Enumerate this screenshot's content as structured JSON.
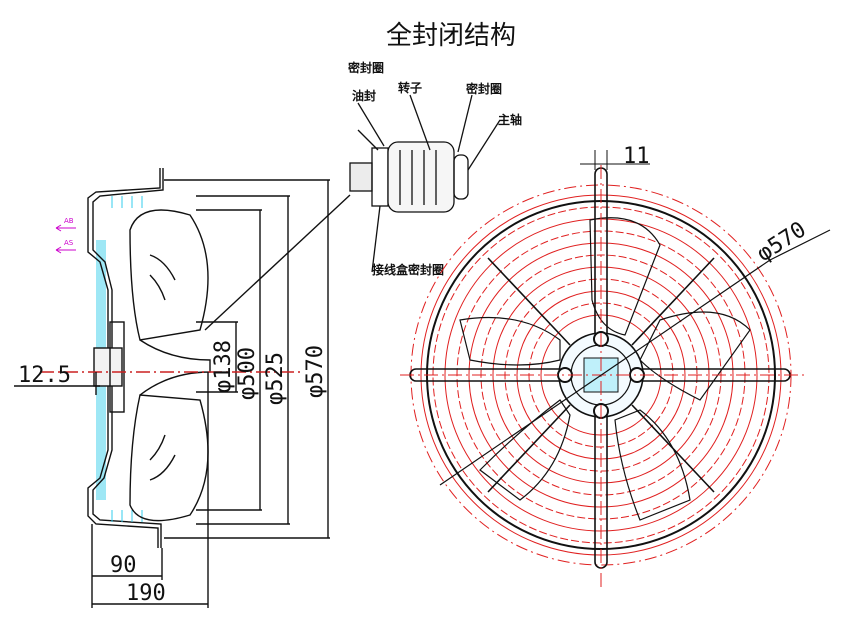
{
  "title": "全封闭结构",
  "labels": {
    "seal_ring_top": "密封圈",
    "oil_seal": "油封",
    "rotor": "转子",
    "seal_ring_right": "密封圈",
    "main_shaft": "主轴",
    "junction_box_seal": "接线盒密封圈"
  },
  "airflow": {
    "top": "AB",
    "bottom": "AS"
  },
  "dimensions": {
    "shaft_offset": "12.5",
    "d138": "φ138",
    "d500": "φ500",
    "d525": "φ525",
    "d570_side": "φ570",
    "depth_90": "90",
    "depth_190": "190",
    "slot_11": "11",
    "d570_front": "φ570"
  },
  "colors": {
    "line": "#111111",
    "guard_red": "#e02020",
    "housing_cyan": "#33ccee",
    "airflow_magenta": "#cc00cc"
  }
}
